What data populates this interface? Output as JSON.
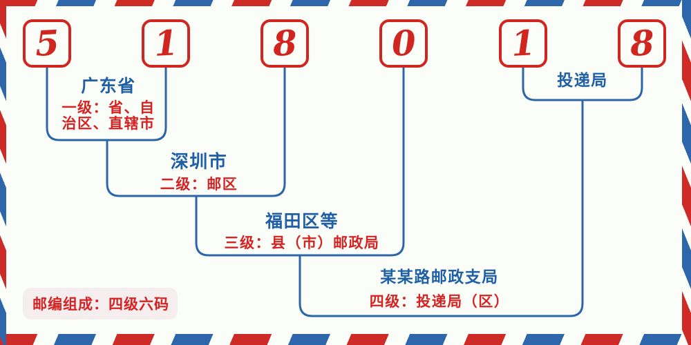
{
  "postal_code": {
    "digits": [
      "5",
      "1",
      "8",
      "0",
      "1",
      "8"
    ]
  },
  "levels": {
    "level1": {
      "name": "广东省",
      "meaning": "一级：省、自治区、直辖市"
    },
    "level2": {
      "name": "深圳市",
      "meaning": "二级：邮区"
    },
    "level3": {
      "name": "福田区等",
      "meaning": "三级：县（市）邮政局"
    },
    "level4": {
      "name": "某某路邮政支局",
      "meaning": "四级：投递局（区）"
    },
    "delivery_office": {
      "name": "投递局"
    }
  },
  "footer": {
    "composition_note": "邮编组成：四级六码"
  },
  "colors": {
    "accent_red": "#d0261f",
    "accent_blue": "#2d66a8",
    "text_blue": "#1e5fa5",
    "text_red": "#d42322",
    "note_background": "#f6edef",
    "page_background": "#fbfdf9"
  }
}
